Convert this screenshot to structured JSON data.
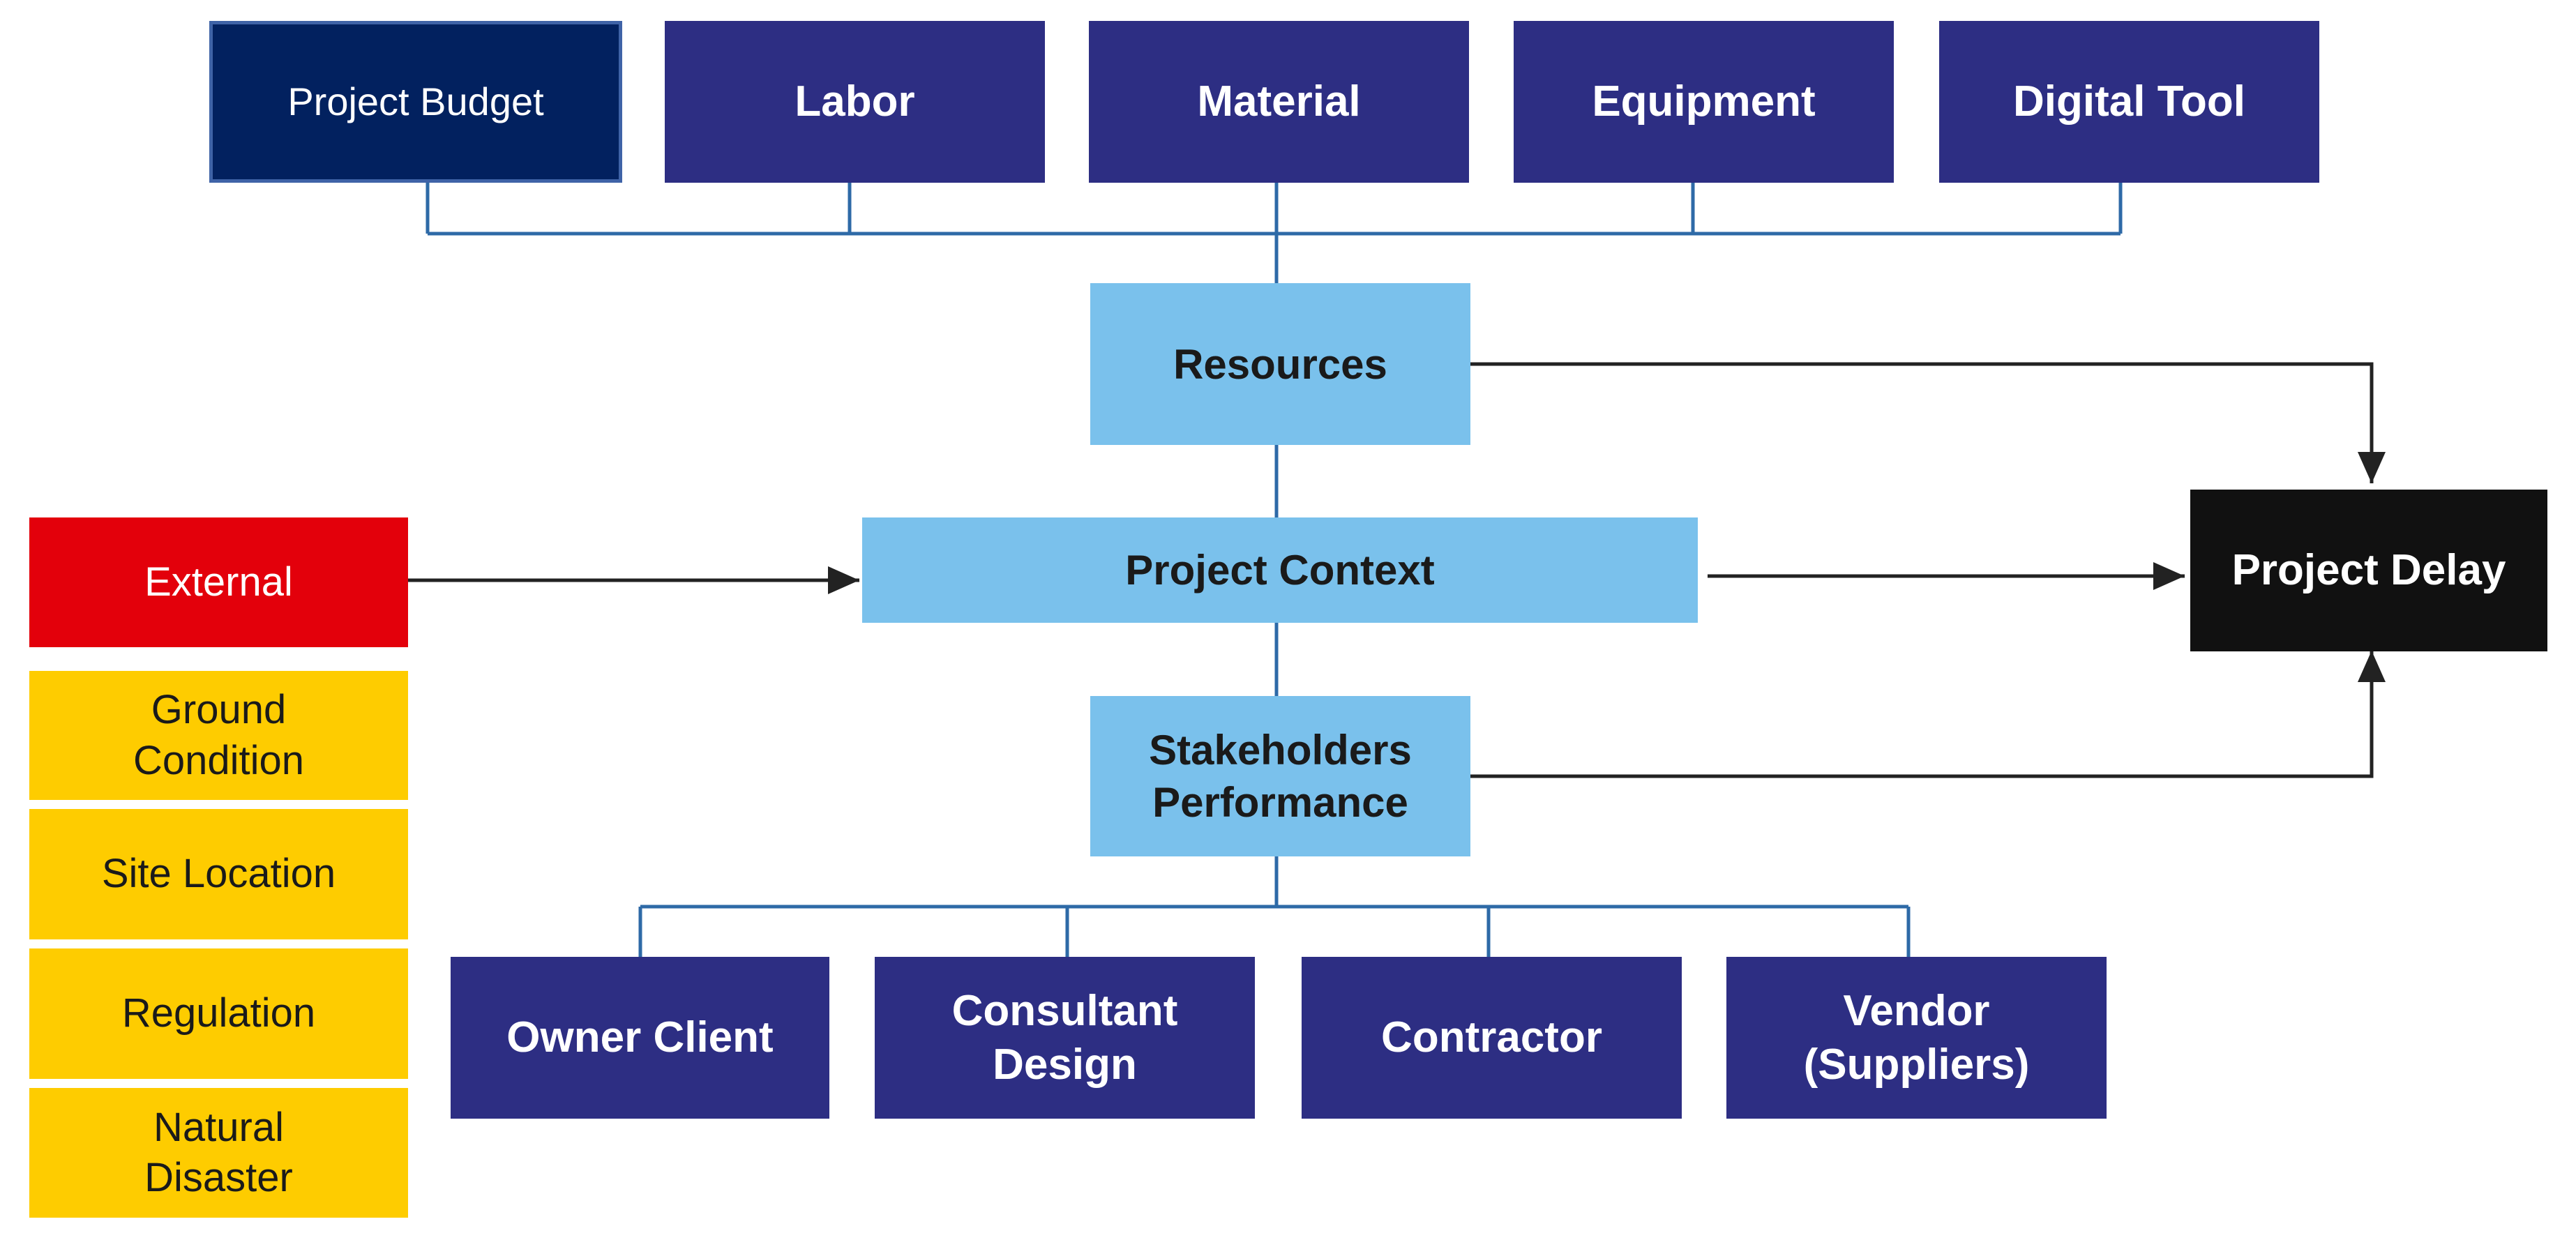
{
  "resources_group": {
    "budget": "Project Budget",
    "labor": "Labor",
    "material": "Material",
    "equipment": "Equipment",
    "digital_tool": "Digital Tool"
  },
  "resources": "Resources",
  "project_context": "Project Context",
  "stakeholders_performance": "Stakeholders\nPerformance",
  "project_delay": "Project Delay",
  "external": {
    "title": "External",
    "factors": [
      "Ground\nCondition",
      "Site Location",
      "Regulation",
      "Natural\nDisaster"
    ]
  },
  "stakeholders": {
    "owner": "Owner Client",
    "consultant": "Consultant\nDesign",
    "contractor": "Contractor",
    "vendor": "Vendor\n(Suppliers)"
  },
  "colors": {
    "navy": "#2d2e83",
    "navy_dark": "#02215f",
    "light_blue": "#7ac1ec",
    "red": "#e3000b",
    "yellow": "#fecc00",
    "black": "#111111",
    "connector_blue": "#2e6aa7",
    "arrow": "#222222"
  }
}
